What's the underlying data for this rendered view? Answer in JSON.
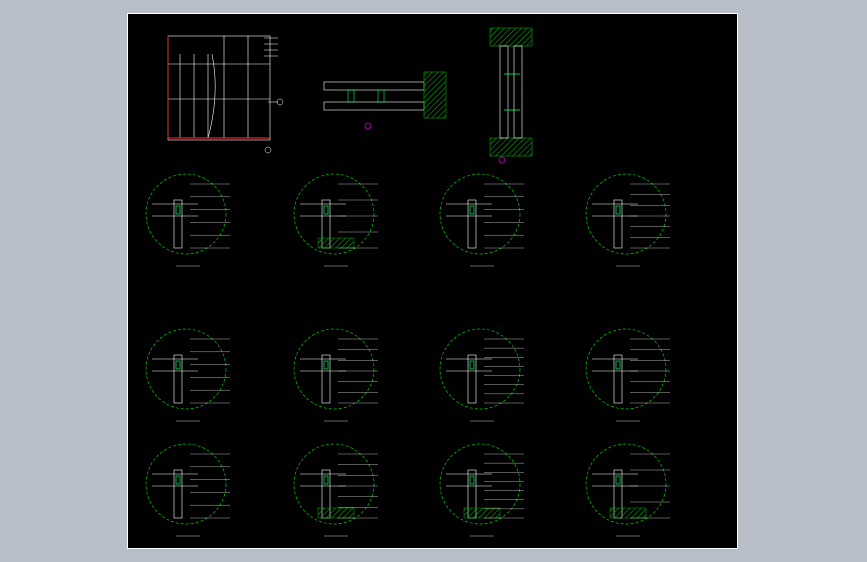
{
  "colors": {
    "background": "#000000",
    "workspace": "#b8bec8",
    "circle": "#00cc00",
    "panel": "#ffffff",
    "leader": "#e0e0e0",
    "accent": "#00ff66",
    "hatch": "#008800",
    "magenta": "#cc00cc",
    "red": "#dd2222"
  },
  "details": [
    {
      "id": "d1",
      "caption": "",
      "labels": [
        "",
        "",
        "",
        "",
        "",
        ""
      ]
    },
    {
      "id": "d2",
      "caption": "",
      "labels": [
        "",
        "",
        "",
        "",
        ""
      ]
    },
    {
      "id": "d3",
      "caption": "",
      "labels": [
        "",
        "",
        "",
        "",
        "",
        ""
      ]
    },
    {
      "id": "d4",
      "caption": "",
      "labels": [
        "",
        "",
        "",
        "",
        "",
        "",
        ""
      ]
    },
    {
      "id": "d5",
      "caption": "",
      "labels": [
        "",
        "",
        "",
        "",
        "",
        ""
      ]
    },
    {
      "id": "d6",
      "caption": "",
      "labels": [
        "",
        "",
        "",
        "",
        "",
        "",
        ""
      ]
    },
    {
      "id": "d7",
      "caption": "",
      "labels": [
        "",
        "",
        "",
        "",
        "",
        "",
        "",
        ""
      ]
    },
    {
      "id": "d8",
      "caption": "",
      "labels": [
        "",
        "",
        "",
        "",
        "",
        "",
        ""
      ]
    },
    {
      "id": "d9",
      "caption": "",
      "labels": [
        "",
        "",
        "",
        "",
        "",
        ""
      ]
    },
    {
      "id": "d10",
      "caption": "",
      "labels": [
        "",
        "",
        "",
        "",
        "",
        "",
        ""
      ]
    },
    {
      "id": "d11",
      "caption": "",
      "labels": [
        "",
        "",
        "",
        "",
        "",
        "",
        "",
        ""
      ]
    },
    {
      "id": "d12",
      "caption": "",
      "labels": [
        "",
        "",
        "",
        "",
        ""
      ]
    }
  ]
}
